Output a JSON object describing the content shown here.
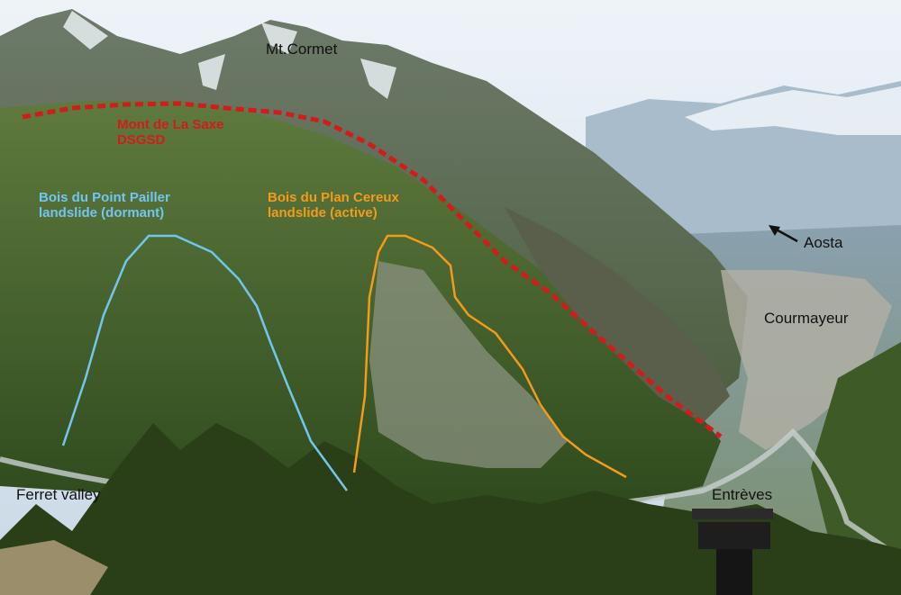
{
  "labels": {
    "mt_cormet": "Mt.Cormet",
    "mont_de_la_saxe_line1": "Mont de La Saxe",
    "mont_de_la_saxe_line2": "DSGSD",
    "bois_point_pailler_line1": "Bois du Point Pailler",
    "bois_point_pailler_line2": "landslide (dormant)",
    "bois_plan_cereux_line1": "Bois du Plan Cereux",
    "bois_plan_cereux_line2": "landslide (active)",
    "aosta": "Aosta",
    "courmayeur": "Courmayeur",
    "ferret_valley": "Ferret valley",
    "entreves": "Entrèves"
  },
  "colors": {
    "dsgsd_line": "#d21c1c",
    "dormant_outline": "#72c6ee",
    "active_outline": "#f29b1c",
    "forest": "#2f4a1f",
    "sky": "#dfe9f2"
  }
}
